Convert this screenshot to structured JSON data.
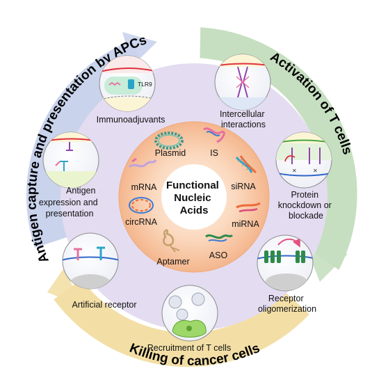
{
  "center": {
    "title_lines": [
      "Functional",
      "Nucleic",
      "Acids"
    ],
    "items": {
      "plasmid": "Plasmid",
      "is": "IS",
      "sirna": "siRNA",
      "mirna": "miRNA",
      "aso": "ASO",
      "aptamer": "Aptamer",
      "circrna": "circRNA",
      "mrna": "mRNA"
    }
  },
  "outer_ring": {
    "antigen_capture": "Antigen capture and presentation by APCs",
    "activation": "Activation of T cells",
    "killing": "Killing of cancer cells"
  },
  "mechanisms": {
    "immunoadjuvants": {
      "lines": [
        "Immunoadjuvants"
      ],
      "tag": "TLR9"
    },
    "intercellular": {
      "lines": [
        "Intercellular",
        "interactions"
      ]
    },
    "protein": {
      "lines": [
        "Protein",
        "knockdown or",
        "blockade"
      ]
    },
    "receptor_olig": {
      "lines": [
        "Receptor",
        "oligomerization"
      ]
    },
    "recruitment": {
      "lines": [
        "Recruitment of T cells"
      ]
    },
    "artificial": {
      "lines": [
        "Artificial receptor"
      ]
    },
    "antigen_expr": {
      "lines": [
        "Antigen",
        "expression and",
        "presentation"
      ]
    }
  },
  "colors": {
    "arc_blue": "#c9d3ec",
    "arc_green": "#c6dfc1",
    "arc_yellow": "#f3dfa6",
    "ring_lavender": "#e4dcf1",
    "core_outer": "#f7c9a9",
    "core_inner": "#fbe1cc",
    "membrane_red": "#e0303c",
    "membrane_blue": "#2f67c9",
    "membrane_green": "#46a83f"
  }
}
